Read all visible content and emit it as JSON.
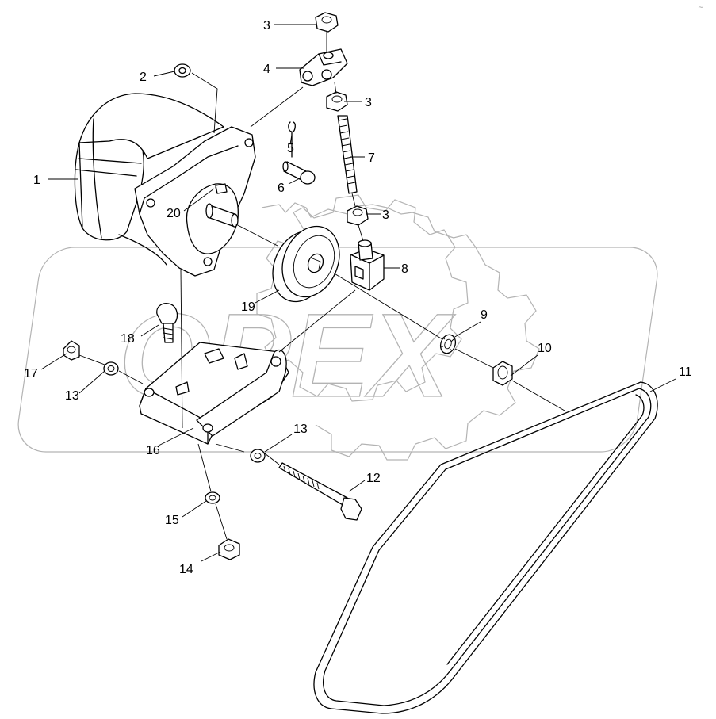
{
  "watermark": {
    "text": "OPEX"
  },
  "corner_mark": "~",
  "callouts": [
    {
      "id": "1",
      "label": "1"
    },
    {
      "id": "2",
      "label": "2"
    },
    {
      "id": "3a",
      "label": "3"
    },
    {
      "id": "3b",
      "label": "3"
    },
    {
      "id": "3c",
      "label": "3"
    },
    {
      "id": "4",
      "label": "4"
    },
    {
      "id": "5",
      "label": "5"
    },
    {
      "id": "6",
      "label": "6"
    },
    {
      "id": "7",
      "label": "7"
    },
    {
      "id": "8",
      "label": "8"
    },
    {
      "id": "9",
      "label": "9"
    },
    {
      "id": "10",
      "label": "10"
    },
    {
      "id": "11",
      "label": "11"
    },
    {
      "id": "12",
      "label": "12"
    },
    {
      "id": "13a",
      "label": "13"
    },
    {
      "id": "13b",
      "label": "13"
    },
    {
      "id": "14",
      "label": "14"
    },
    {
      "id": "15",
      "label": "15"
    },
    {
      "id": "16",
      "label": "16"
    },
    {
      "id": "17",
      "label": "17"
    },
    {
      "id": "18",
      "label": "18"
    },
    {
      "id": "19",
      "label": "19"
    },
    {
      "id": "20",
      "label": "20"
    }
  ]
}
